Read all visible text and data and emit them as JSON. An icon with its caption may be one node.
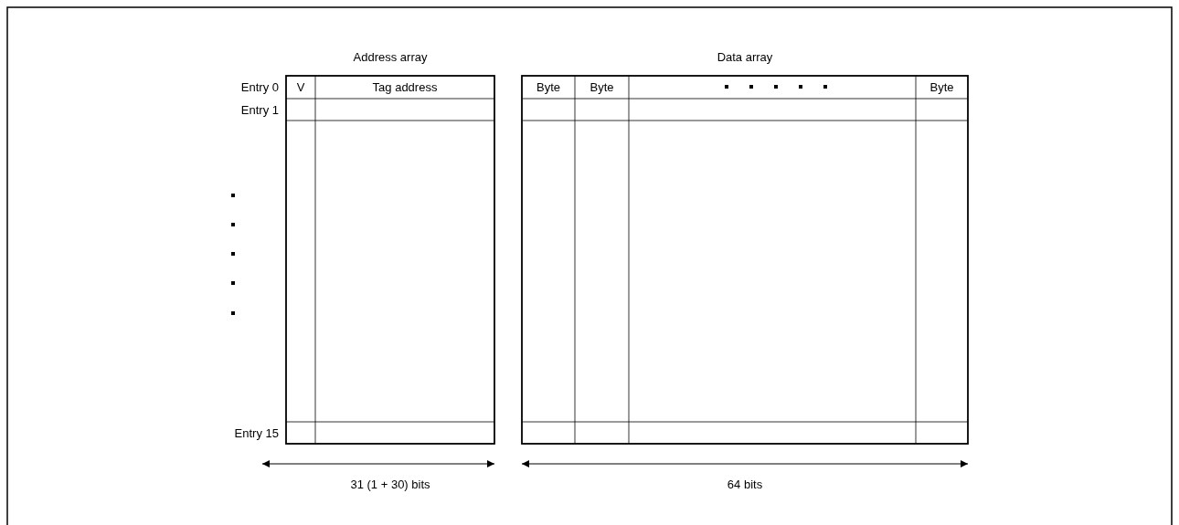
{
  "diagram": {
    "labels": [
      "Address array",
      "Data array",
      "Entry 0",
      "V",
      "Tag address",
      "Byte",
      "Byte",
      "Byte",
      "Entry 1",
      "Entry 15",
      "31 (1 + 30) bits",
      "64 bits"
    ]
  }
}
